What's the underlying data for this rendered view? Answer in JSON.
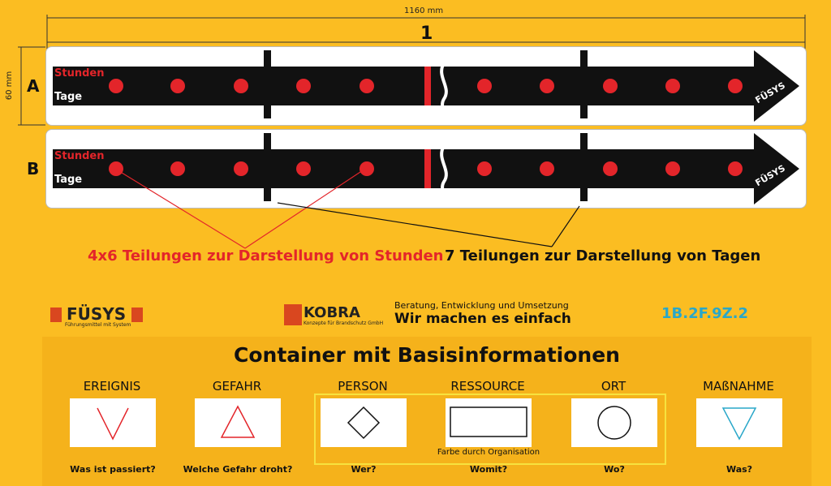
{
  "dimensions": {
    "width_label": "1160 mm",
    "height_label": "60 mm",
    "segment_label": "1"
  },
  "rows": [
    {
      "letter": "A",
      "stunden_label": "Stunden",
      "tage_label": "Tage",
      "logo": "FÜSYS"
    },
    {
      "letter": "B",
      "stunden_label": "Stunden",
      "tage_label": "Tage",
      "logo": "FÜSYS"
    }
  ],
  "annotations": {
    "hours": "4x6 Teilungen zur Darstellung von Stunden",
    "days": "7 Teilungen zur Darstellung von Tagen"
  },
  "logos": {
    "fusys_name": "FÜSYS",
    "fusys_tagline": "Führungsmittel mit System",
    "kobra_name": "KOBRA",
    "kobra_tagline": "Konzepte für Brandschutz GmbH",
    "slogan_top": "Beratung, Entwicklung und Umsetzung",
    "slogan_bottom": "Wir machen es einfach",
    "code": "1B.2F.9Z.2"
  },
  "container": {
    "title": "Container mit Basisinformationen",
    "organisation_note": "Farbe durch Organisation",
    "categories": [
      {
        "title": "EREIGNIS",
        "question": "Was ist passiert?",
        "symbol": "v-shape",
        "color": "#e3252a"
      },
      {
        "title": "GEFAHR",
        "question": "Welche Gefahr droht?",
        "symbol": "triangle",
        "color": "#e3252a"
      },
      {
        "title": "PERSON",
        "question": "Wer?",
        "symbol": "diamond",
        "color": "#111111"
      },
      {
        "title": "RESSOURCE",
        "question": "Womit?",
        "symbol": "rectangle",
        "color": "#111111"
      },
      {
        "title": "ORT",
        "question": "Wo?",
        "symbol": "circle",
        "color": "#111111"
      },
      {
        "title": "MAßNAHME",
        "question": "Was?",
        "symbol": "inverted-triangle",
        "color": "#29a7c9"
      }
    ]
  },
  "colors": {
    "background": "#fbbd22",
    "accent_red": "#e3252a",
    "accent_blue": "#29a7c9",
    "arrow": "#111111"
  }
}
